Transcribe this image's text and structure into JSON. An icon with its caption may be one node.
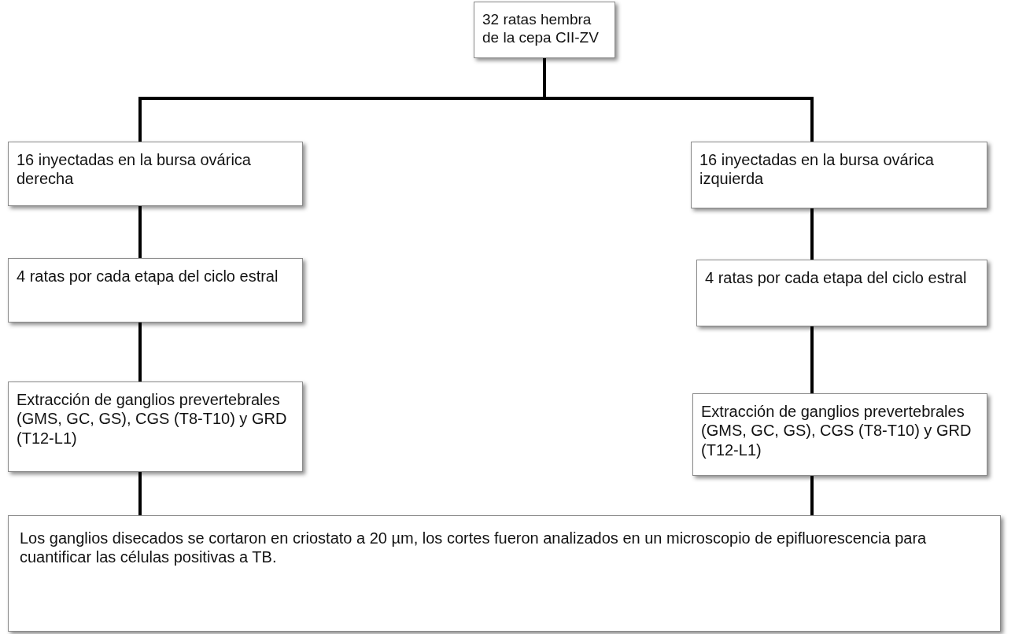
{
  "diagram": {
    "nodes": [
      {
        "text": [
          "32 ratas hembra de la cepa CII-ZV"
        ]
      },
      {
        "text": [
          "16 inyectadas en la bursa ovárica derecha"
        ]
      },
      {
        "text": [
          "16 inyectadas en la bursa ovárica izquierda"
        ]
      },
      {
        "text": [
          "4 ratas por cada etapa del ciclo estral"
        ]
      },
      {
        "text": [
          "4 ratas por cada etapa del ciclo estral"
        ]
      },
      {
        "text": [
          "Extracción de ganglios prevertebrales (GMS, GC, GS), CGS (T8-T10) y GRD (T12-L1)"
        ]
      },
      {
        "text": [
          "Extracción de ganglios prevertebrales (GMS, GC, GS), CGS (T8-T10) y GRD (T12-L1)"
        ]
      },
      {
        "text": [
          "Los ganglios disecados se cortaron en criostato a 20 µm, los cortes fueron analizados en un microscopio de epifluorescencia para cuantificar las células positivas a TB."
        ]
      }
    ],
    "edges": [
      {
        "from": 0,
        "to": 1,
        "arrow": "none"
      },
      {
        "from": 0,
        "to": 2,
        "arrow": "none"
      },
      {
        "from": 1,
        "to": 3,
        "arrow": "none"
      },
      {
        "from": 2,
        "to": 4,
        "arrow": "none"
      },
      {
        "from": 3,
        "to": 5,
        "arrow": "none"
      },
      {
        "from": 4,
        "to": 6,
        "arrow": "none"
      },
      {
        "from": 5,
        "to": 7,
        "arrow": "none"
      },
      {
        "from": 6,
        "to": 7,
        "arrow": "none"
      }
    ]
  }
}
